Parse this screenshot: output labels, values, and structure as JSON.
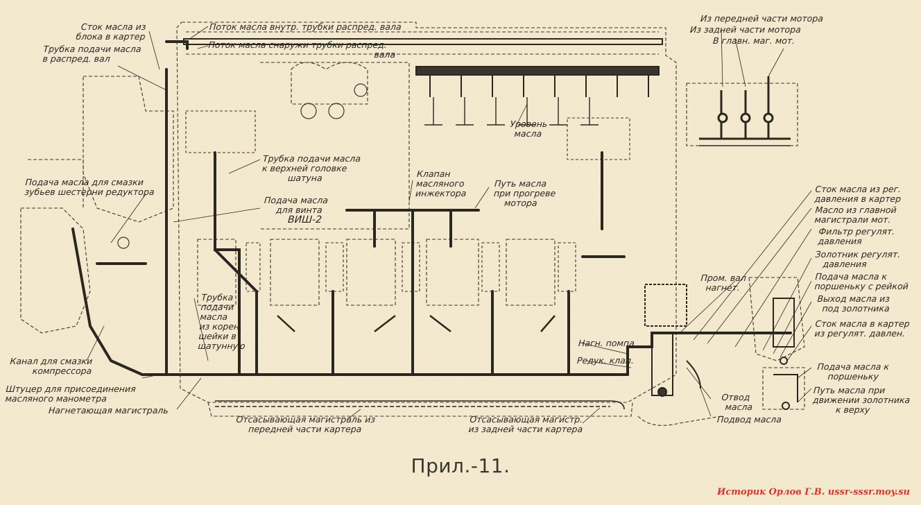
{
  "figure": {
    "caption": "Прил.-11.",
    "watermark": "Историк Орлов Г.В. ussr-sssr.moy.su"
  },
  "labels": {
    "drain_block": [
      "Сток масла из",
      "блока в картер"
    ],
    "feed_camshaft": [
      "Трубка подачи масла",
      "в распред. вал"
    ],
    "flow_inside": "Поток масла внутр. трубки распред. вала",
    "flow_outside": [
      "Поток масла снаружи трубки распред.",
      "вала"
    ],
    "from_front": "Из передней части мотора",
    "from_rear": "Из задней части мотора",
    "to_main": "В главн. маг. мот.",
    "oil_level": [
      "Уровень",
      "масла"
    ],
    "tube_rod_head": [
      "Трубка подачи масла",
      "к верхней головке",
      "шатуна"
    ],
    "feed_gear": [
      "Подача масла для смазки",
      "зубьев шестерни редуктора"
    ],
    "feed_vish": [
      "Подача масла",
      "для винта",
      "ВИШ-2"
    ],
    "injector_valve": [
      "Клапан",
      "масляного",
      "инжектора"
    ],
    "warmup_path": [
      "Путь масла",
      "при прогреве",
      "мотора"
    ],
    "drain_reg": [
      "Сток масла из рег.",
      "давления в картер"
    ],
    "main_oil": [
      "Масло из главной",
      "магистрали мот."
    ],
    "filter": [
      "Фильтр регулят.",
      "давления"
    ],
    "spool": [
      "Золотник регулят.",
      "давления"
    ],
    "piston_rack": [
      "Подача масла к",
      "поршеньку с рейкой"
    ],
    "spool_out": [
      "Выход масла из",
      "под золотника"
    ],
    "drain_crank": [
      "Сток масла в картер",
      "из регулят. давлен."
    ],
    "interm_shaft": [
      "Пром. вал",
      "нагнет."
    ],
    "tube_journal": [
      "Трубка",
      "подачи",
      "масла",
      "из корен.",
      "шейки в",
      "шатунную"
    ],
    "pressure_pump": "Нагн. помпа",
    "reduction_valve": "Редук. клап.",
    "compressor_channel": [
      "Канал для смазки",
      "компрессора"
    ],
    "gauge_fitting": [
      "Штуцер для присоединения",
      "масляного манометра"
    ],
    "pressure_main": "Нагнетающая магистраль",
    "suction_front": [
      "Отсасывающая магистраль из",
      "передней части картера"
    ],
    "suction_rear": [
      "Отсасывающая магистр.",
      "из задней части картера"
    ],
    "outlet": [
      "Отвод",
      "масла"
    ],
    "inlet": "Подвод масла",
    "feed_piston": [
      "Подача масла к",
      "поршеньку"
    ],
    "spool_up": [
      "Путь масла при",
      "движении золотника",
      "к верху"
    ]
  }
}
